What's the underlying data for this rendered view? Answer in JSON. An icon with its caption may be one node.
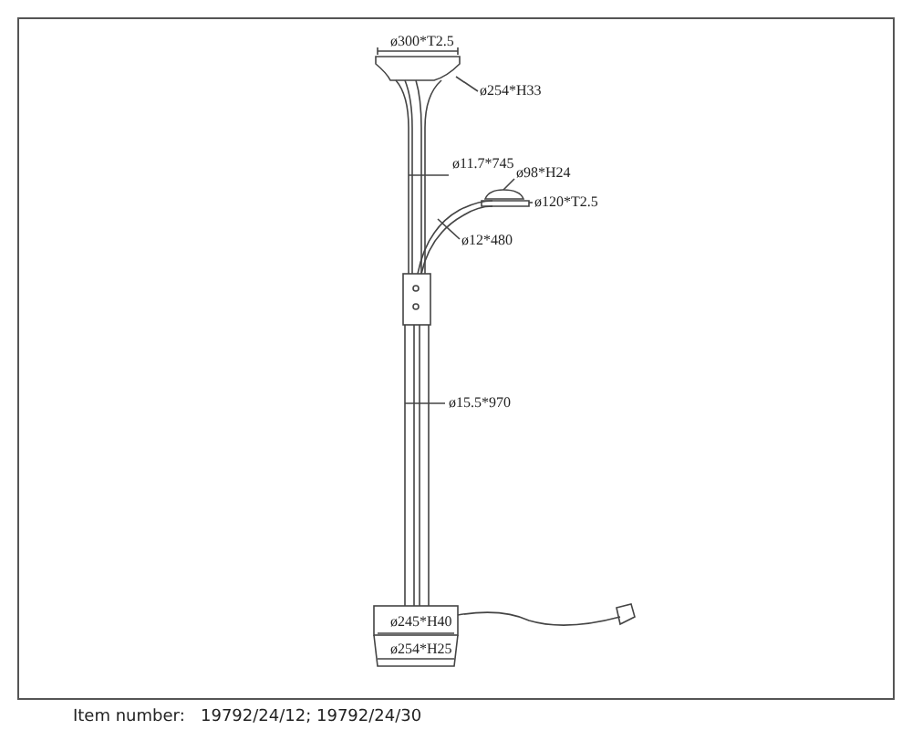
{
  "diagram": {
    "labels": [
      "ø300*T2.5",
      "ø254*H33",
      "ø11.7*745",
      "ø98*H24",
      "ø120*T2.5",
      "ø12*480",
      "ø15.5*970",
      "ø245*H40",
      "ø254*H25",
      "Item number:",
      "19792/24/12; 19792/24/30"
    ]
  }
}
